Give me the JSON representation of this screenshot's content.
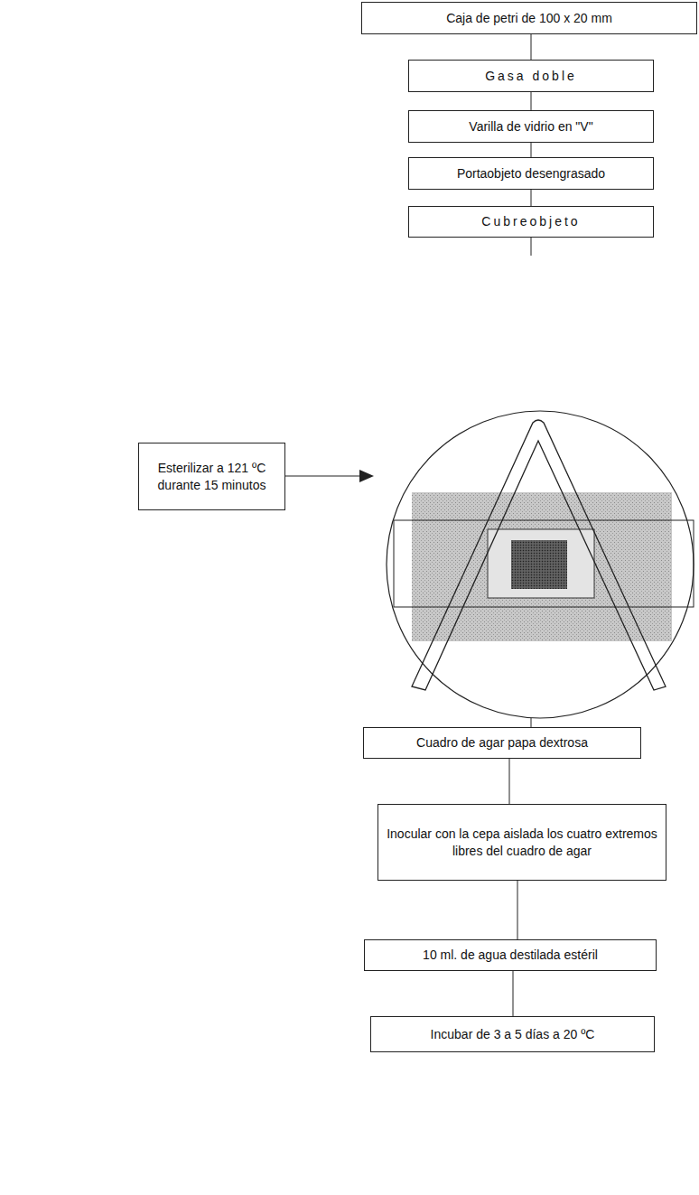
{
  "diagram": {
    "nodes": [
      {
        "text": [
          "Caja de petri de 100 x 20 mm"
        ]
      },
      {
        "text": [
          "Gasa doble"
        ]
      },
      {
        "text": [
          "Varilla de vidrio en \"V\""
        ]
      },
      {
        "text": [
          "Portaobjeto desengrasado"
        ]
      },
      {
        "text": [
          "Cubreobjeto"
        ]
      },
      {
        "text": [
          "Esterilizar a 121 ºC durante 15 minutos"
        ]
      },
      {
        "text": [
          "Cuadro de agar papa dextrosa"
        ]
      },
      {
        "text": [
          "Inocular con la cepa aislada los cuatro extremos libres del cuadro de agar"
        ]
      },
      {
        "text": [
          "10 ml. de agua destilada estéril"
        ]
      },
      {
        "text": [
          "Incubar de 3 a 5 días a 20 ºC"
        ]
      }
    ],
    "edges": [
      {
        "from": 0,
        "to": 1,
        "arrow": "none"
      },
      {
        "from": 1,
        "to": 2,
        "arrow": "none"
      },
      {
        "from": 2,
        "to": 3,
        "arrow": "none"
      },
      {
        "from": 3,
        "to": 4,
        "arrow": "none"
      },
      {
        "from": 6,
        "to": 7,
        "arrow": "none"
      },
      {
        "from": 7,
        "to": 8,
        "arrow": "none"
      },
      {
        "from": 8,
        "to": 9,
        "arrow": "none"
      }
    ]
  }
}
